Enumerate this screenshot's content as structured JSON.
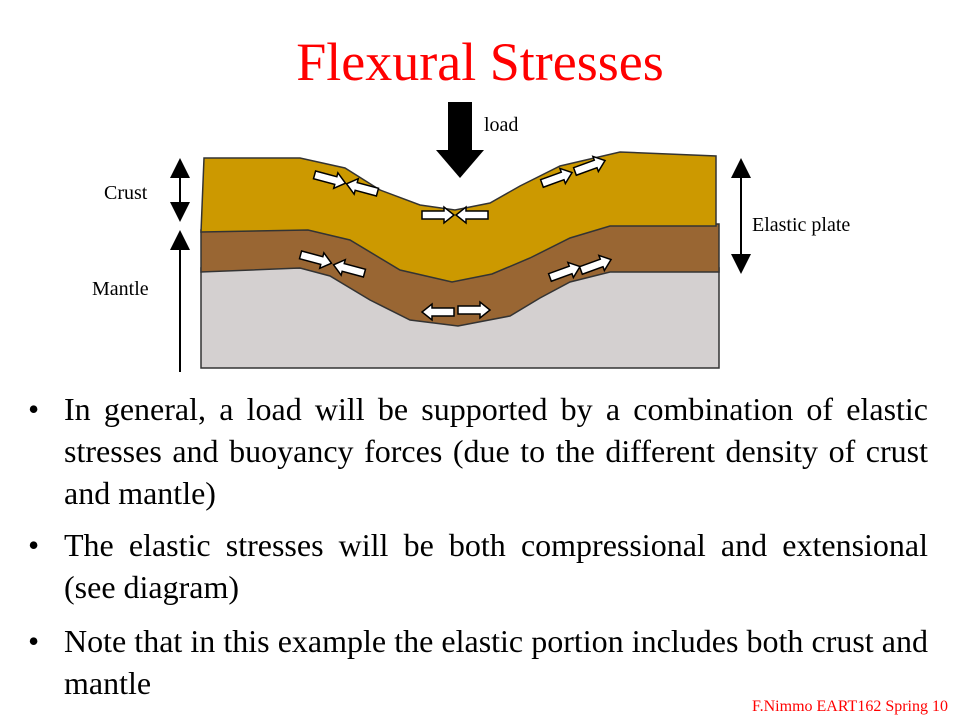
{
  "slide": {
    "title": "Flexural Stresses",
    "footer": "F.Nimmo EART162 Spring 10"
  },
  "diagram": {
    "labels": {
      "load": "load",
      "crust": "Crust",
      "mantle": "Mantle",
      "elastic_plate": "Elastic plate"
    },
    "colors": {
      "crust": "#cc9900",
      "elastic_mantle": "#996633",
      "mantle": "#d4d0d0",
      "outline": "#333333",
      "stress_arrow_fill": "#ffffff",
      "load_arrow": "#000000"
    },
    "icons": {
      "load": "down-arrow-icon",
      "stress": "double-arrow-icon"
    }
  },
  "bullets": [
    "In general, a load will be supported by a combination of elastic stresses and buoyancy forces (due to the different density of crust and mantle)",
    "The elastic stresses will be both compressional and extensional (see diagram)",
    "Note that in this example the elastic portion includes both crust and mantle"
  ]
}
